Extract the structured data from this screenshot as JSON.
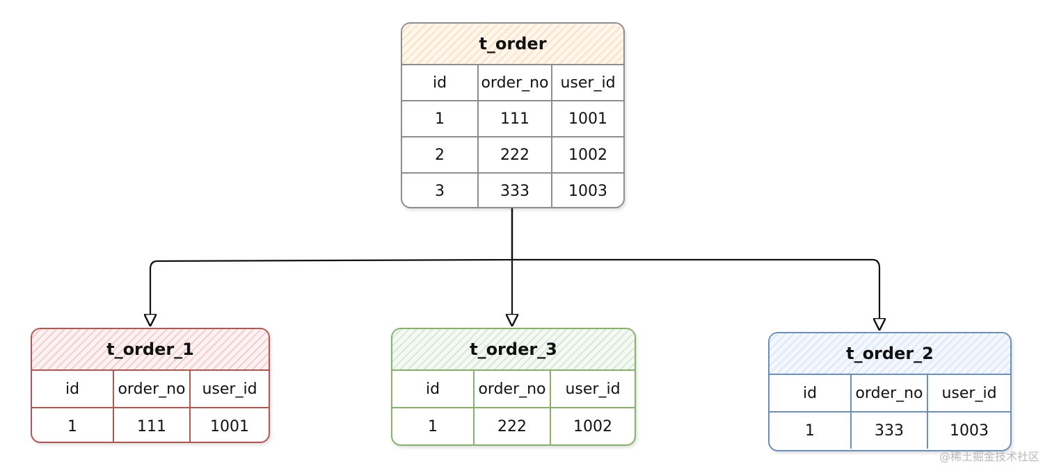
{
  "colors": {
    "parent_border": "#8d8d8d",
    "parent_header_fill": "#fbe2c4",
    "red": "#b85450",
    "green": "#82b366",
    "blue": "#6c8ebf",
    "connector": "#111111"
  },
  "tables": {
    "root": {
      "title": "t_order",
      "header": [
        "id",
        "order_no",
        "user_id"
      ],
      "rows": [
        [
          "1",
          "111",
          "1001"
        ],
        [
          "2",
          "222",
          "1002"
        ],
        [
          "3",
          "333",
          "1003"
        ]
      ]
    },
    "red": {
      "title": "t_order_1",
      "header": [
        "id",
        "order_no",
        "user_id"
      ],
      "rows": [
        [
          "1",
          "111",
          "1001"
        ]
      ]
    },
    "green": {
      "title": "t_order_3",
      "header": [
        "id",
        "order_no",
        "user_id"
      ],
      "rows": [
        [
          "1",
          "222",
          "1002"
        ]
      ]
    },
    "blue": {
      "title": "t_order_2",
      "header": [
        "id",
        "order_no",
        "user_id"
      ],
      "rows": [
        [
          "1",
          "333",
          "1003"
        ]
      ]
    }
  },
  "watermark": "@稀土掘金技术社区"
}
